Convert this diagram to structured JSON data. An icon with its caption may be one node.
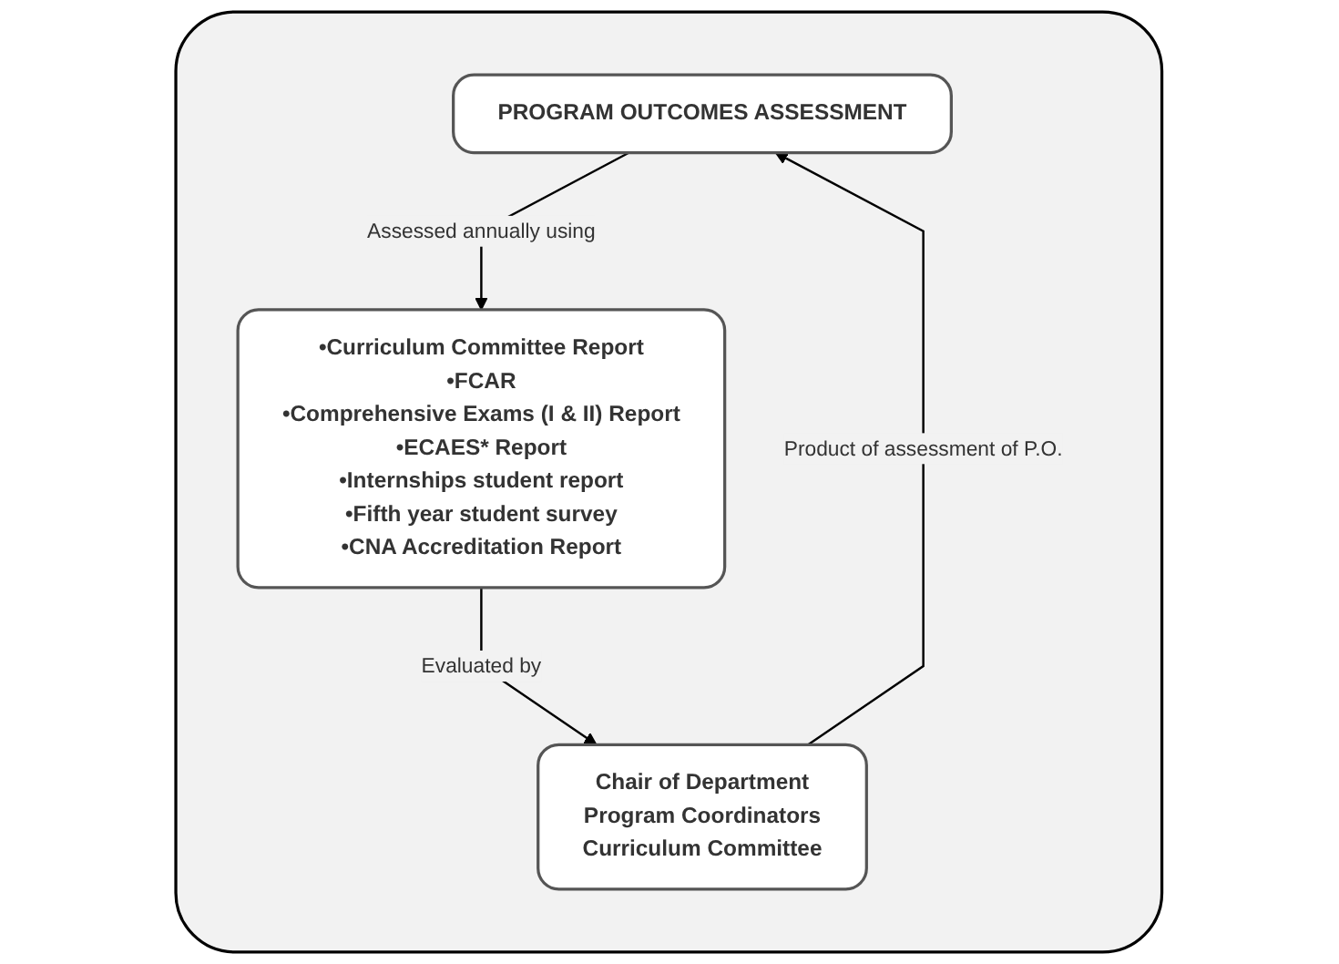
{
  "diagram": {
    "nodes": [
      {
        "text": [],
        "shape": "box"
      },
      {
        "text": [
          "PROGRAM OUTCOMES ASSESSMENT"
        ],
        "in": 0
      },
      {
        "text": [
          "Chair of Department",
          "Program Coordinators",
          "Curriculum Committee"
        ],
        "in": 0
      },
      {
        "text": [
          "•Curriculum Committee Report",
          "•FCAR",
          "•Comprehensive Exams (I & II) Report",
          "•ECAES* Report",
          "•Internships student report",
          "•Fifth year student survey",
          "•CNA Accreditation Report"
        ],
        "in": 0
      }
    ],
    "edges": [
      {
        "from": 1,
        "to": 3,
        "arrow": "to",
        "label": "Assessed annually using"
      },
      {
        "from": 3,
        "to": 2,
        "arrow": "to",
        "label": "Evaluated by"
      },
      {
        "from": 2,
        "to": 1,
        "arrow": "to",
        "label": "Product of assessment of P.O."
      }
    ]
  }
}
